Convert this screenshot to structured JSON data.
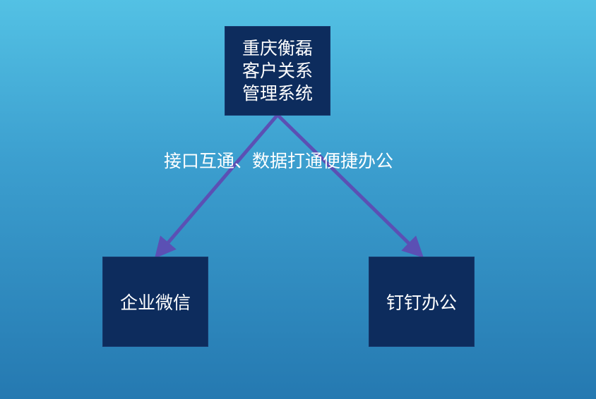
{
  "diagram": {
    "top_node": {
      "label": "重庆衡磊\n客户关系\n管理系统"
    },
    "left_node": {
      "label": "企业微信"
    },
    "right_node": {
      "label": "钉钉办公"
    },
    "edge_caption": "接口互通、数据打通便捷办公"
  },
  "colors": {
    "node_fill": "#0d2c5d",
    "arrow": "#5b50b4",
    "text": "#ffffff"
  }
}
